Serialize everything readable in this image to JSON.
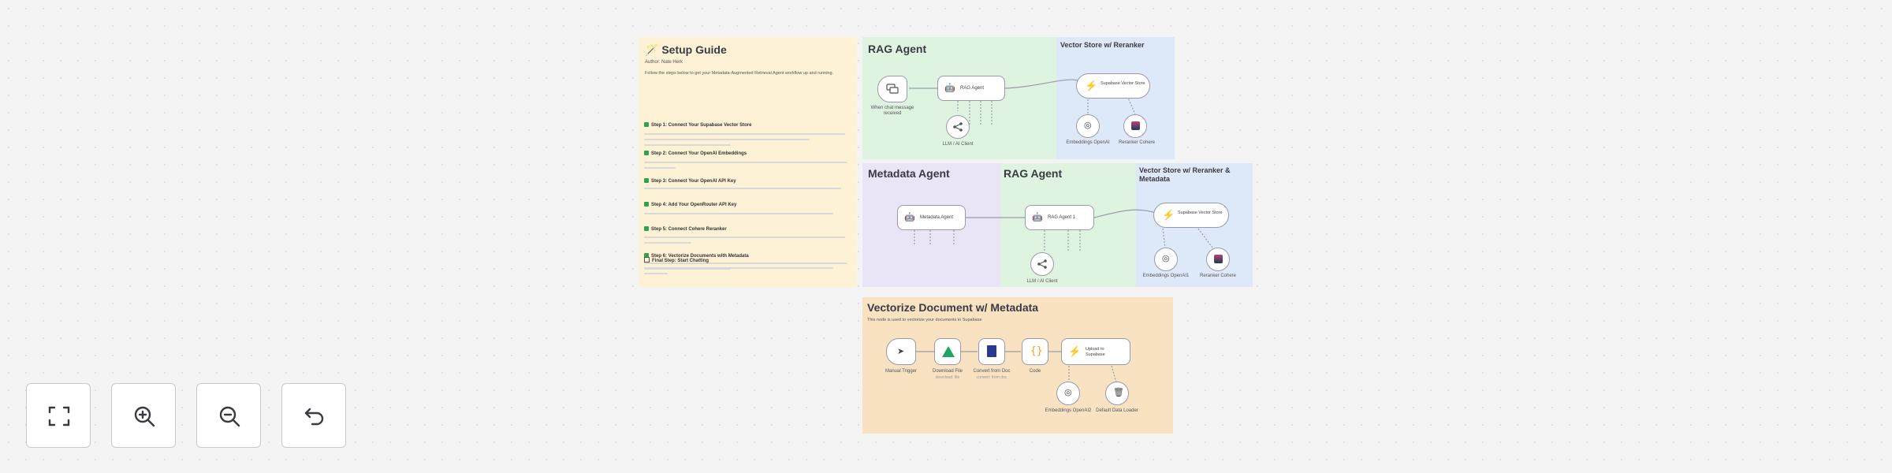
{
  "canvas": {
    "setup_guide": {
      "title": "🪄 Setup Guide",
      "author_line": "Author: Nate Herk",
      "intro": "Follow the steps below to get your Metadata-Augmented Retrieval Agent workflow up and running.",
      "steps": [
        {
          "label": "Step 1: Connect Your Supabase Vector Store",
          "checked": true
        },
        {
          "label": "Step 2: Connect Your OpenAI Embeddings",
          "checked": true
        },
        {
          "label": "Step 3: Connect Your OpenAI API Key",
          "checked": true
        },
        {
          "label": "Step 4: Add Your OpenRouter API Key",
          "checked": true
        },
        {
          "label": "Step 5: Connect Cohere Reranker",
          "checked": true
        },
        {
          "label": "Step 6: Vectorize Documents with Metadata",
          "checked": true
        },
        {
          "label": "Final Step: Start Chatting",
          "checked": false
        }
      ]
    },
    "rag_agent_1": {
      "title": "RAG Agent",
      "trigger_label": "When chat message received",
      "agent_label": "RAG Agent",
      "model_label": "LLM / AI Client"
    },
    "vector_store_1": {
      "title": "Vector Store w/ Reranker",
      "store_label": "Supabase Vector Store",
      "embeddings_label": "Embeddings OpenAI",
      "reranker_label": "Reranker Cohere"
    },
    "metadata_agent": {
      "title": "Metadata Agent",
      "agent_label": "Metadata Agent"
    },
    "rag_agent_2": {
      "title": "RAG Agent",
      "agent_label": "RAG Agent 1",
      "model_label": "LLM / AI Client"
    },
    "vector_store_2": {
      "title": "Vector Store w/ Reranker & Metadata",
      "store_label": "Supabase Vector Store",
      "embeddings_label": "Embeddings OpenAI1",
      "reranker_label": "Reranker Cohere"
    },
    "vectorize": {
      "title": "Vectorize Document w/ Metadata",
      "subtitle": "This node is used to vectorize your documents in Supabase",
      "nodes": [
        {
          "label": "Manual Trigger",
          "sub": ""
        },
        {
          "label": "Download File",
          "sub": "download: file"
        },
        {
          "label": "Convert from Doc",
          "sub": "convert: from doc"
        },
        {
          "label": "Code",
          "sub": ""
        },
        {
          "label": "Upload to Supabase",
          "sub": ""
        }
      ],
      "embeddings_label": "Embeddings OpenAI2",
      "loader_label": "Default Data Loader"
    }
  },
  "controls": [
    {
      "name": "fit-view-button",
      "icon": "fullscreen-icon"
    },
    {
      "name": "zoom-in-button",
      "icon": "zoom-in-icon"
    },
    {
      "name": "zoom-out-button",
      "icon": "zoom-out-icon"
    },
    {
      "name": "undo-button",
      "icon": "undo-icon"
    }
  ],
  "colors": {
    "setup_bg": "#fdf1d6",
    "rag_bg": "#dff3e1",
    "vector_bg": "#dde8f8",
    "metadata_bg": "#e9e4f6",
    "vectorize_bg": "#f8e2c2",
    "accent_orange": "#e8604c",
    "check_green": "#2da44e"
  }
}
